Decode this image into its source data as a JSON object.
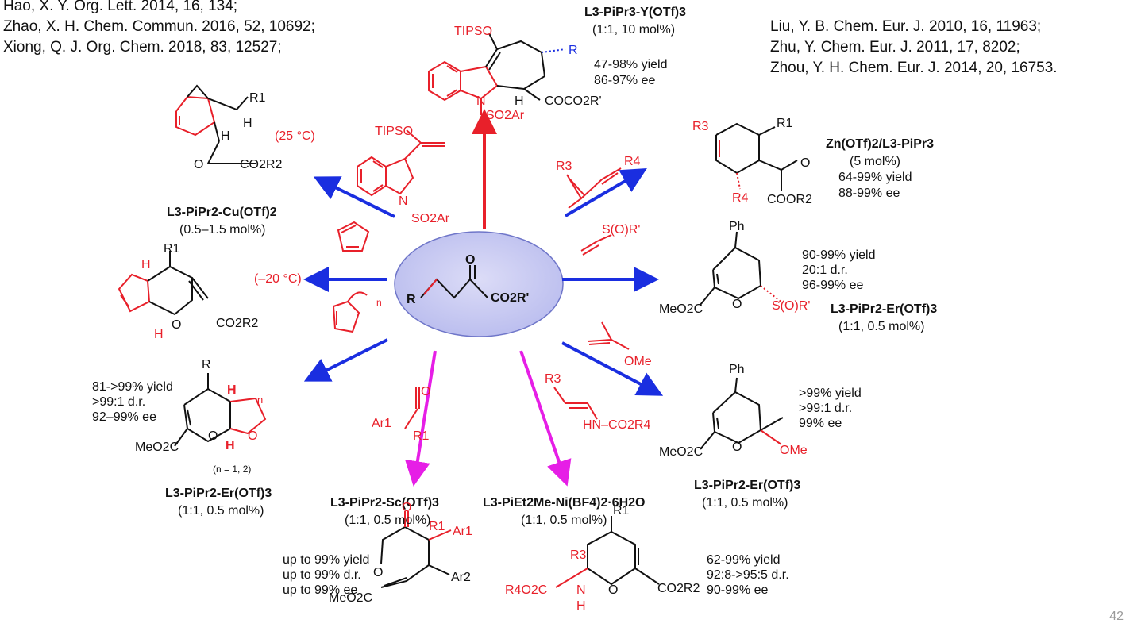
{
  "references_left": [
    "Hao, X. Y. Org. Lett. 2014, 16, 134;",
    "Zhao, X. H. Chem. Commun. 2016, 52, 10692;",
    "Xiong, Q. J. Org. Chem. 2018, 83, 12527;"
  ],
  "references_right": [
    "Liu, Y. B. Chem. Eur. J. 2010, 16, 11963;",
    "Zhu, Y. Chem. Eur. J. 2011, 17, 8202;",
    "Zhou, Y. H. Chem. Eur. J. 2014, 20, 16753."
  ],
  "center": {
    "r": "R",
    "ester": "CO2R'",
    "oxo": "O"
  },
  "top": {
    "catalyst": "L3-PiPr3-Y(OTf)3",
    "loading": "(1:1, 10 mol%)",
    "yield": "47-98% yield",
    "ee": "86-97% ee",
    "substituents": [
      "TIPSO",
      "R",
      "H",
      "COCO2R'",
      "N",
      "SO2Ar"
    ]
  },
  "top_reagent": [
    "TIPSO",
    "N",
    "SO2Ar"
  ],
  "upper_left": {
    "temp": "(25 °C)",
    "catalyst": "L3-PiPr2-Cu(OTf)2",
    "loading": "(0.5–1.5 mol%)",
    "labels": [
      "R1",
      "H",
      "H",
      "O",
      "CO2R2"
    ]
  },
  "left": {
    "temp": "(–20 °C)",
    "labels": [
      "H",
      "R1",
      "H",
      "O",
      "CO2R2"
    ]
  },
  "lower_left": {
    "yield": "81->99% yield",
    "dr": ">99:1 d.r.",
    "ee": "92–99% ee",
    "n_note": "(n = 1, 2)",
    "catalyst": "L3-PiPr2-Er(OTf)3",
    "loading": "(1:1, 0.5 mol%)",
    "labels": [
      "R",
      "H",
      "H",
      "n",
      "O",
      "O",
      "MeO2C"
    ],
    "reagent_n": "n"
  },
  "bottom_left": {
    "reagent": [
      "O",
      "Ar1",
      "R1"
    ],
    "catalyst": "L3-PiPr2-Sc(OTf)3",
    "loading": "(1:1, 0.5 mol%)",
    "yield": "up to 99% yield",
    "dr": "up to 99% d.r.",
    "ee": "up to 99% ee",
    "labels": [
      "O",
      "R1",
      "Ar1",
      "O",
      "Ar2",
      "MeO2C"
    ]
  },
  "bottom_right": {
    "reagent": [
      "R3",
      "HN–CO2R4"
    ],
    "catalyst": "L3-PiEt2Me-Ni(BF4)2·6H2O",
    "loading": "(1:1, 0.5 mol%)",
    "yield": "62-99% yield",
    "dr": "92:8->95:5 d.r.",
    "ee": "90-99% ee",
    "labels": [
      "R1",
      "R3",
      "R4O2C",
      "N",
      "H",
      "O",
      "CO2R2"
    ]
  },
  "upper_right": {
    "reagent": [
      "R3",
      "R4"
    ],
    "catalyst": "Zn(OTf)2/L3-PiPr3",
    "loading": "(5 mol%)",
    "yield": "64-99% yield",
    "ee": "88-99% ee",
    "labels": [
      "R3",
      "R1",
      "O",
      "R4",
      "COOR2"
    ]
  },
  "right": {
    "reagent": "S(O)R'",
    "yield": "90-99% yield",
    "dr": "20:1 d.r.",
    "ee": "96-99% ee",
    "catalyst": "L3-PiPr2-Er(OTf)3",
    "loading": "(1:1, 0.5 mol%)",
    "labels": [
      "Ph",
      "MeO2C",
      "O",
      "S(O)R'"
    ]
  },
  "lower_right": {
    "reagent": "OMe",
    "yield": ">99% yield",
    "dr": ">99:1 d.r.",
    "ee": "99% ee",
    "catalyst": "L3-PiPr2-Er(OTf)3",
    "loading": "(1:1, 0.5 mol%)",
    "labels": [
      "Ph",
      "MeO2C",
      "O",
      "OMe"
    ]
  },
  "page_number": "42",
  "colors": {
    "red": "#e8202a",
    "blue": "#1a2ee0",
    "magenta": "#e61ee6",
    "ellipse": "#c7c9f2"
  }
}
